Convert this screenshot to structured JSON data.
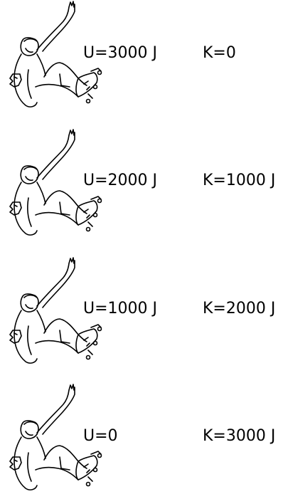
{
  "rows": [
    {
      "potential": "U=3000 J",
      "kinetic": "K=0"
    },
    {
      "potential": "U=2000 J",
      "kinetic": "K=1000 J"
    },
    {
      "potential": "U=1000 J",
      "kinetic": "K=2000 J"
    },
    {
      "potential": "U=0",
      "kinetic": "K=3000 J"
    }
  ]
}
